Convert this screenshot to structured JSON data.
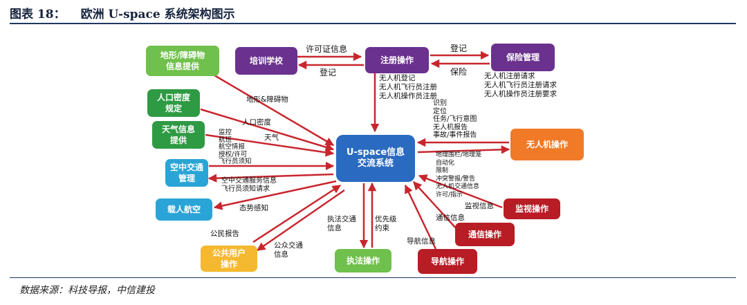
{
  "title": {
    "figure_no": "图表 18：",
    "text": "欧洲 U-space 系统架构图示"
  },
  "source": "数据来源：科技导报，中信建投",
  "nodes": {
    "hub": "U-space信息\n交流系统",
    "terrain": "地形/障碍物\n信息提供",
    "training": "培训学校",
    "registration": "注册操作",
    "insurance": "保险管理",
    "population": "人口密度\n规定",
    "weather": "天气信息\n提供",
    "uav_ops": "无人机操作",
    "atm": "空中交通\n管理",
    "manned": "载人航空",
    "public": "公共用户\n操作",
    "enforcement": "执法操作",
    "navigation": "导航操作",
    "comms": "通信操作",
    "surveillance": "监视操作"
  },
  "labels": {
    "permit_info": "许可证信息",
    "register_left": "登记",
    "register_right": "登记",
    "insurance_flow": "保险",
    "reg_items": "无人机登记\n无人机飞行员注册\n无人机操作员注册",
    "ins_items": "无人机注册请求\n无人机飞行员注册请求\n无人机操作员注册要求",
    "terrain_flow": "地形&障碍物",
    "population_flow": "人口密度",
    "weather_flow": "天气",
    "atm_in": "监控\n航班\n航空情报\n授权/许可\n飞行员须知",
    "atm_out": "空中交通服务信息\n飞行员须知请求",
    "situational": "态势感知",
    "citizen_report": "公民报告",
    "public_info": "公众交通\n信息",
    "enforcement_info": "执法交通\n信息",
    "priority": "优先级\n约束",
    "uav_in": "识别\n定位\n任务/飞行意图\n无人机报告\n事故/事件报告",
    "uav_out": "地理围栏/地理笼\n自动化\n限制\n冲突警报/警告\n无人机交通信息\n许可/指示",
    "surveillance_info": "监视信息",
    "comms_info": "通信信息",
    "nav_info": "导航信息"
  }
}
